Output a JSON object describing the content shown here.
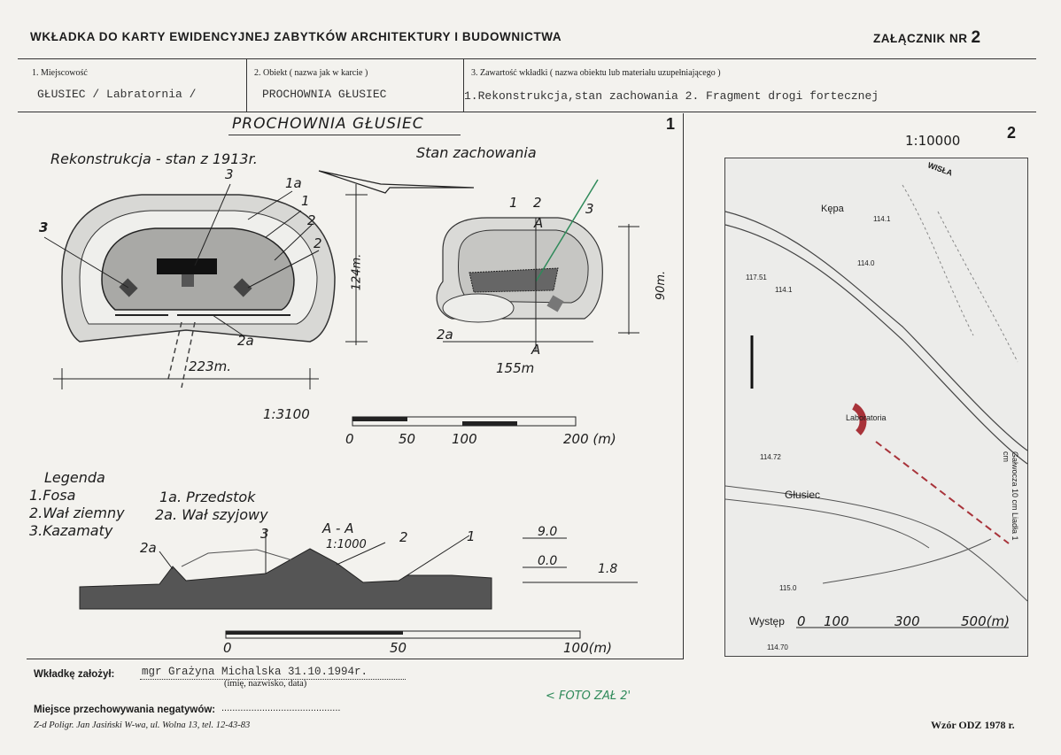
{
  "header": {
    "title": "WKŁADKA DO KARTY EWIDENCYJNEJ ZABYTKÓW ARCHITEKTURY I BUDOWNICTWA",
    "annex_label": "ZAŁĄCZNIK NR",
    "annex_number": "2"
  },
  "fields": {
    "locality_label": "1. Miejscowość",
    "locality_value": "GŁUSIEC / Labratornia /",
    "object_label": "2. Obiekt ( nazwa jak w karcie )",
    "object_value": "PROCHOWNIA GŁUSIEC",
    "content_label": "3. Zawartość wkładki ( nazwa obiektu lub materiału uzupełniającego )",
    "content_value": "1.Rekonstrukcja,stan zachowania 2. Fragment drogi fortecznej"
  },
  "panel1": {
    "number": "1",
    "title": "PROCHOWNIA GŁUSIEC",
    "recon_title": "Rekonstrukcja - stan z 1913r.",
    "state_title": "Stan zachowania",
    "dim_height_left": "124m.",
    "dim_width_left": "223m.",
    "dim_height_right": "90m.",
    "dim_width_right": "155m",
    "section_label": "A",
    "scale": "1:3100",
    "scale_ticks": [
      "0",
      "50",
      "100",
      "200 (m)"
    ],
    "legend_title": "Legenda",
    "legend_items": [
      "1.Fosa",
      "2.Wał ziemny",
      "3.Kazamaty"
    ],
    "legend_items_b": [
      "1a. Przedstok",
      "2a. Wał szyjowy"
    ],
    "section_title": "A - A",
    "section_scale": "1:1000",
    "elev_1": "9.0",
    "elev_2": "0.0",
    "elev_3": "1.8",
    "section_ticks": [
      "0",
      "50",
      "100(m)"
    ],
    "callouts": [
      "1",
      "1a",
      "2",
      "2a",
      "3",
      "1",
      "2",
      "3",
      "2a",
      "2a",
      "3",
      "2",
      "1"
    ]
  },
  "panel2": {
    "number": "2",
    "scale": "1:10000",
    "labels": {
      "kepa": "Kępa",
      "wisla": "WISŁA",
      "laboratoria": "Laboratoria",
      "glusiec": "Głusiec",
      "wystep": "Występ",
      "gora": "Gałwocza 10 cm  Liadła 1 cm"
    },
    "elevations": [
      "114.1",
      "114.0",
      "117.51",
      "114.1",
      "114.72",
      "115.0",
      "114.70"
    ],
    "scale_ticks": [
      "0",
      "100",
      "300",
      "500(m)"
    ]
  },
  "footer": {
    "founder_label": "Wkładkę założył:",
    "founder_value": "mgr Grażyna Michalska 31.10.1994r.",
    "founder_hint": "(imię, nazwisko, data)",
    "photo_note": "< FOTO ZAŁ 2'",
    "negatives_label": "Miejsce przechowywania negatywów:",
    "negatives_dots": "............................................",
    "printer": "Z-d Poligr. Jan Jasiński W-wa, ul. Wolna 13, tel. 12-43-83",
    "model": "Wzór ODZ 1978 r."
  },
  "colors": {
    "paper": "#f3f2ee",
    "ink": "#1c1c1c",
    "green_annotation": "#2f8a5a",
    "map_red": "#a8333a"
  }
}
